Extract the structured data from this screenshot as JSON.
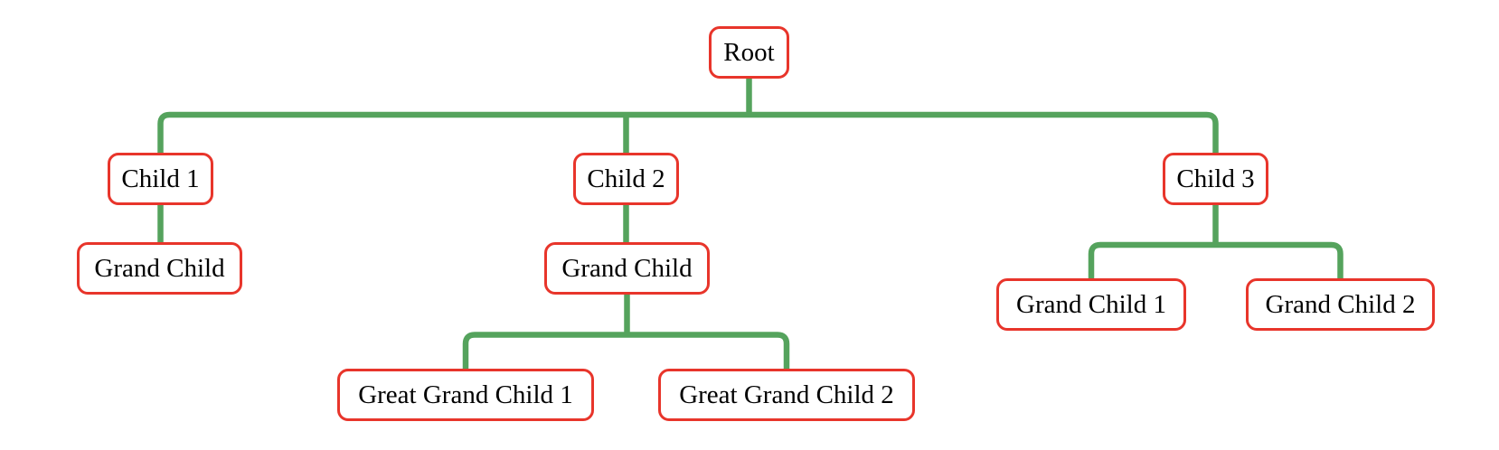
{
  "colors": {
    "node_border": "#E8352B",
    "node_fill": "#FFFFFF",
    "connector": "#55A35D",
    "text": "#000000",
    "background": "#FFFFFF"
  },
  "nodes": {
    "root": {
      "label": "Root"
    },
    "child1": {
      "label": "Child 1"
    },
    "child2": {
      "label": "Child 2"
    },
    "child3": {
      "label": "Child 3"
    },
    "grandchild_of_child1": {
      "label": "Grand Child"
    },
    "grandchild_of_child2": {
      "label": "Grand Child"
    },
    "great_grandchild1": {
      "label": "Great Grand Child 1"
    },
    "great_grandchild2": {
      "label": "Great Grand Child 2"
    },
    "grandchild1_of_child3": {
      "label": "Grand Child 1"
    },
    "grandchild2_of_child3": {
      "label": "Grand Child 2"
    }
  },
  "hierarchy": {
    "label": "Root",
    "children": [
      {
        "label": "Child 1",
        "children": [
          {
            "label": "Grand Child",
            "children": []
          }
        ]
      },
      {
        "label": "Child 2",
        "children": [
          {
            "label": "Grand Child",
            "children": [
              {
                "label": "Great Grand Child 1",
                "children": []
              },
              {
                "label": "Great Grand Child 2",
                "children": []
              }
            ]
          }
        ]
      },
      {
        "label": "Child 3",
        "children": [
          {
            "label": "Grand Child 1",
            "children": []
          },
          {
            "label": "Grand Child 2",
            "children": []
          }
        ]
      }
    ]
  }
}
